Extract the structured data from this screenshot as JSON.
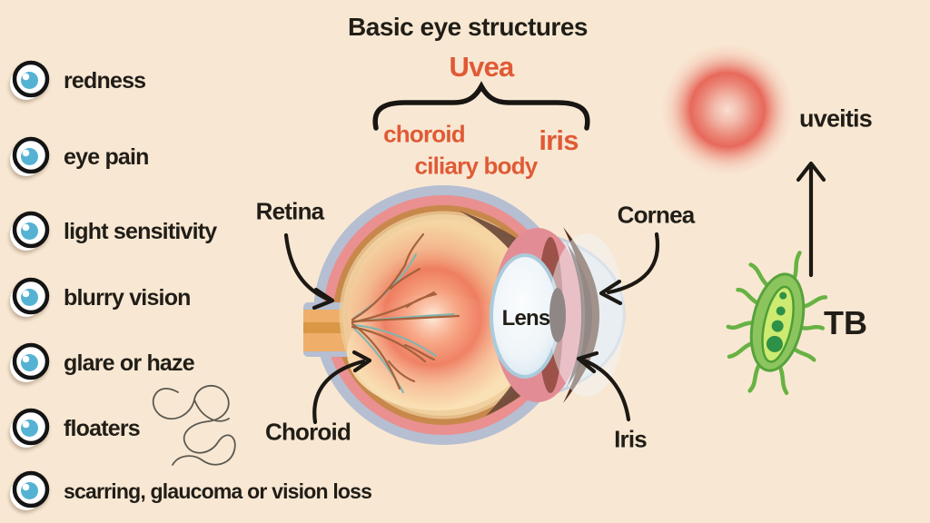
{
  "header": {
    "title": "Basic eye structures",
    "uvea": {
      "label": "Uvea",
      "components": [
        "choroid",
        "iris",
        "ciliary body"
      ]
    }
  },
  "symptoms": {
    "icon": "eye-icon",
    "items": [
      "redness",
      "eye pain",
      "light sensitivity",
      "blurry vision",
      "glare or haze",
      "floaters",
      "scarring, glaucoma or vision loss"
    ]
  },
  "eye_diagram": {
    "labels": {
      "retina": "Retina",
      "cornea": "Cornea",
      "choroid": "Choroid",
      "iris": "Iris",
      "lens": "Lens"
    }
  },
  "cause": {
    "condition": "uveitis",
    "agent": "TB",
    "icons": [
      "inflammation-glow-icon",
      "bacteria-icon"
    ]
  },
  "colors": {
    "background": "#f8e8d3",
    "text_black": "#211d17",
    "accent_orange": "#e05a36",
    "eye_icon_blue": "#55b2d3",
    "inflammation_red": "#e4574b",
    "bacteria_green": "#7cc24f"
  }
}
